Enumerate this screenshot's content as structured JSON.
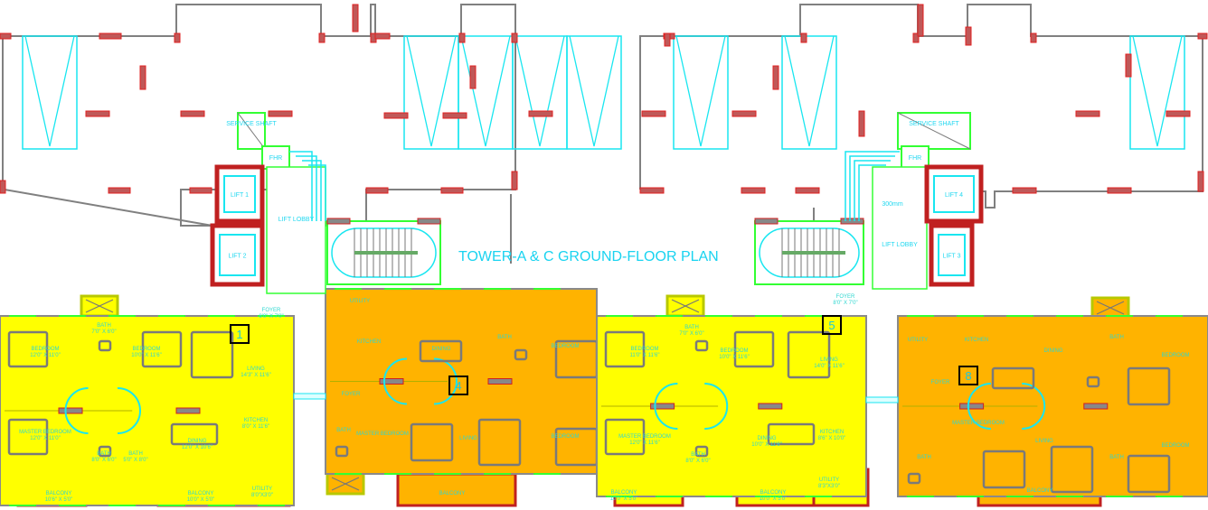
{
  "title": "TOWER-A & C   GROUND-FLOOR PLAN",
  "colors": {
    "unit_yellow": "#ffff00",
    "unit_orange": "#ffb300",
    "wall_grey": "#808080",
    "column_red": "#d83030",
    "window_green": "#33ff33",
    "fixture_cyan": "#19e6f0"
  },
  "cores": [
    {
      "service_shaft": "SERVICE SHAFT",
      "fhr": "FHR",
      "lifts": [
        "LIFT 1",
        "LIFT 2"
      ],
      "lobby": "LIFT LOBBY"
    },
    {
      "service_shaft": "SERVICE SHAFT",
      "fhr": "FHR",
      "lifts": [
        "LIFT 4",
        "LIFT 3"
      ],
      "lobby": "LIFT LOBBY",
      "note": "300mm"
    }
  ],
  "units": [
    {
      "number": "1",
      "color": "yellow",
      "rooms": [
        {
          "name": "BEDROOM",
          "dims": "12'0\" X 11'0\""
        },
        {
          "name": "BATH",
          "dims": "7'0\" X 6'0\""
        },
        {
          "name": "BEDROOM",
          "dims": "10'0\" X 11'6\""
        },
        {
          "name": "LIVING",
          "dims": "14'3\" X 11'6\""
        },
        {
          "name": "MASTER BEDROOM",
          "dims": "12'0\" X 11'0\""
        },
        {
          "name": "BATH",
          "dims": "8'0\" X 6'0\""
        },
        {
          "name": "BATH",
          "dims": "5'0\" X 8'0\""
        },
        {
          "name": "DINING",
          "dims": "12'0\" X 10'6\""
        },
        {
          "name": "KITCHEN",
          "dims": "8'0\" X 11'6\""
        },
        {
          "name": "BALCONY",
          "dims": "10'6\" X 5'0\""
        },
        {
          "name": "BALCONY",
          "dims": "10'0\" X 5'0\""
        },
        {
          "name": "UTILITY",
          "dims": "8'0\"X3'0\""
        },
        {
          "name": "FOYER",
          "dims": "8'0\" X 7'0\""
        }
      ]
    },
    {
      "number": "4",
      "color": "orange",
      "rooms": [
        {
          "name": "UTILITY",
          "dims": ""
        },
        {
          "name": "KITCHEN",
          "dims": ""
        },
        {
          "name": "DINING",
          "dims": ""
        },
        {
          "name": "BATH",
          "dims": ""
        },
        {
          "name": "BEDROOM",
          "dims": ""
        },
        {
          "name": "FOYER",
          "dims": ""
        },
        {
          "name": "BATH",
          "dims": ""
        },
        {
          "name": "MASTER BEDROOM",
          "dims": ""
        },
        {
          "name": "LIVING",
          "dims": ""
        },
        {
          "name": "BEDROOM",
          "dims": ""
        },
        {
          "name": "BALCONY",
          "dims": ""
        }
      ]
    },
    {
      "number": "5",
      "color": "yellow",
      "rooms": [
        {
          "name": "BEDROOM",
          "dims": "11'0\" X 11'6\""
        },
        {
          "name": "BATH",
          "dims": "7'0\" X 6'0\""
        },
        {
          "name": "BEDROOM",
          "dims": "10'0\" X 11'6\""
        },
        {
          "name": "LIVING",
          "dims": "14'0\" X 11'6\""
        },
        {
          "name": "MASTER BEDROOM",
          "dims": "12'0\" X 11'6\""
        },
        {
          "name": "BATH",
          "dims": "8'0\" X 6'0\""
        },
        {
          "name": "DINING",
          "dims": "10'0\" X 11'6\""
        },
        {
          "name": "KITCHEN",
          "dims": "8'6\" X 10'0\""
        },
        {
          "name": "BALCONY",
          "dims": "10'0\" X 5'0\""
        },
        {
          "name": "BALCONY",
          "dims": "10'0\" X 5'0\""
        },
        {
          "name": "UTILITY",
          "dims": "8'3\"X3'0\""
        },
        {
          "name": "FOYER",
          "dims": "8'0\" X 7'0\""
        }
      ]
    },
    {
      "number": "8",
      "color": "orange",
      "rooms": [
        {
          "name": "UTILITY",
          "dims": ""
        },
        {
          "name": "KITCHEN",
          "dims": ""
        },
        {
          "name": "DINING",
          "dims": ""
        },
        {
          "name": "BATH",
          "dims": ""
        },
        {
          "name": "BEDROOM",
          "dims": ""
        },
        {
          "name": "FOYER",
          "dims": ""
        },
        {
          "name": "BATH",
          "dims": ""
        },
        {
          "name": "MASTER BEDROOM",
          "dims": ""
        },
        {
          "name": "LIVING",
          "dims": ""
        },
        {
          "name": "BATH",
          "dims": ""
        },
        {
          "name": "BEDROOM",
          "dims": ""
        },
        {
          "name": "BALCONY",
          "dims": ""
        }
      ]
    }
  ]
}
